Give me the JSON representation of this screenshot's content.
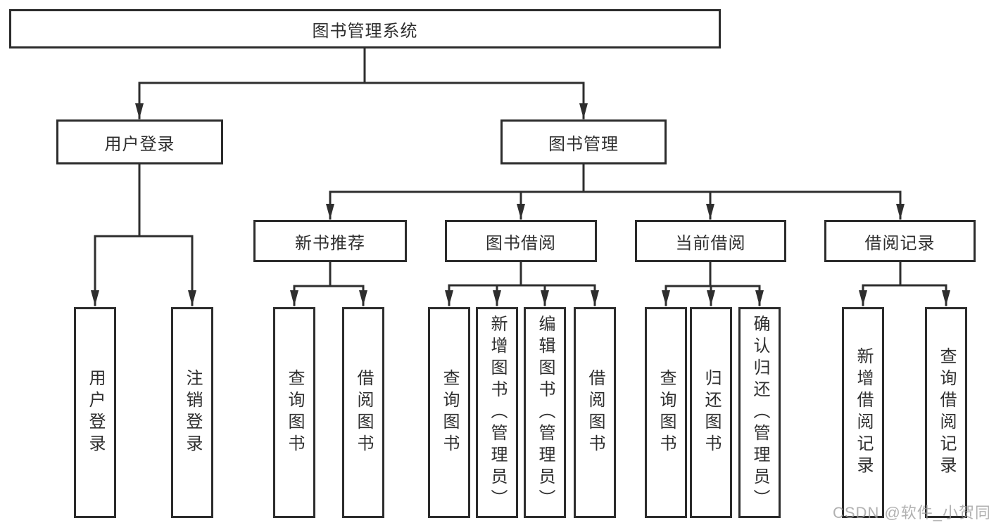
{
  "colors": {
    "background": "#ffffff",
    "line": "#2e2e2e",
    "box_border": "#2c2c2c",
    "text": "#2f2f2f",
    "watermark": "#9e9e9e"
  },
  "tree": {
    "root": "图书管理系统",
    "branches": [
      {
        "label": "用户登录",
        "children": [
          "用户登录",
          "注销登录"
        ]
      },
      {
        "label": "图书管理",
        "sections": [
          {
            "label": "新书推荐",
            "children": [
              "查询图书",
              "借阅图书"
            ]
          },
          {
            "label": "图书借阅",
            "children": [
              "查询图书",
              "新增图书（管理员）",
              "编辑图书（管理员）",
              "借阅图书"
            ]
          },
          {
            "label": "当前借阅",
            "children": [
              "查询图书",
              "归还图书",
              "确认归还（管理员）"
            ]
          },
          {
            "label": "借阅记录",
            "children": [
              "新增借阅记录",
              "查询借阅记录"
            ]
          }
        ]
      }
    ]
  },
  "watermark": "CSDN @软件_小贺同学"
}
